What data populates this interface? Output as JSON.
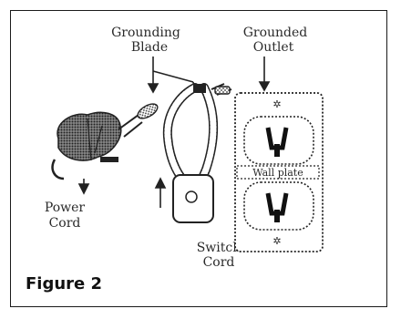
{
  "figure": {
    "caption": "Figure 2",
    "labels": {
      "grounding_blade": [
        "Grounding",
        "Blade"
      ],
      "grounded_outlet": [
        "Grounded",
        "Outlet"
      ],
      "power_cord": [
        "Power",
        "Cord"
      ],
      "switch_cord": [
        "Switch",
        "Cord"
      ],
      "wall_plate": "Wall plate"
    }
  }
}
